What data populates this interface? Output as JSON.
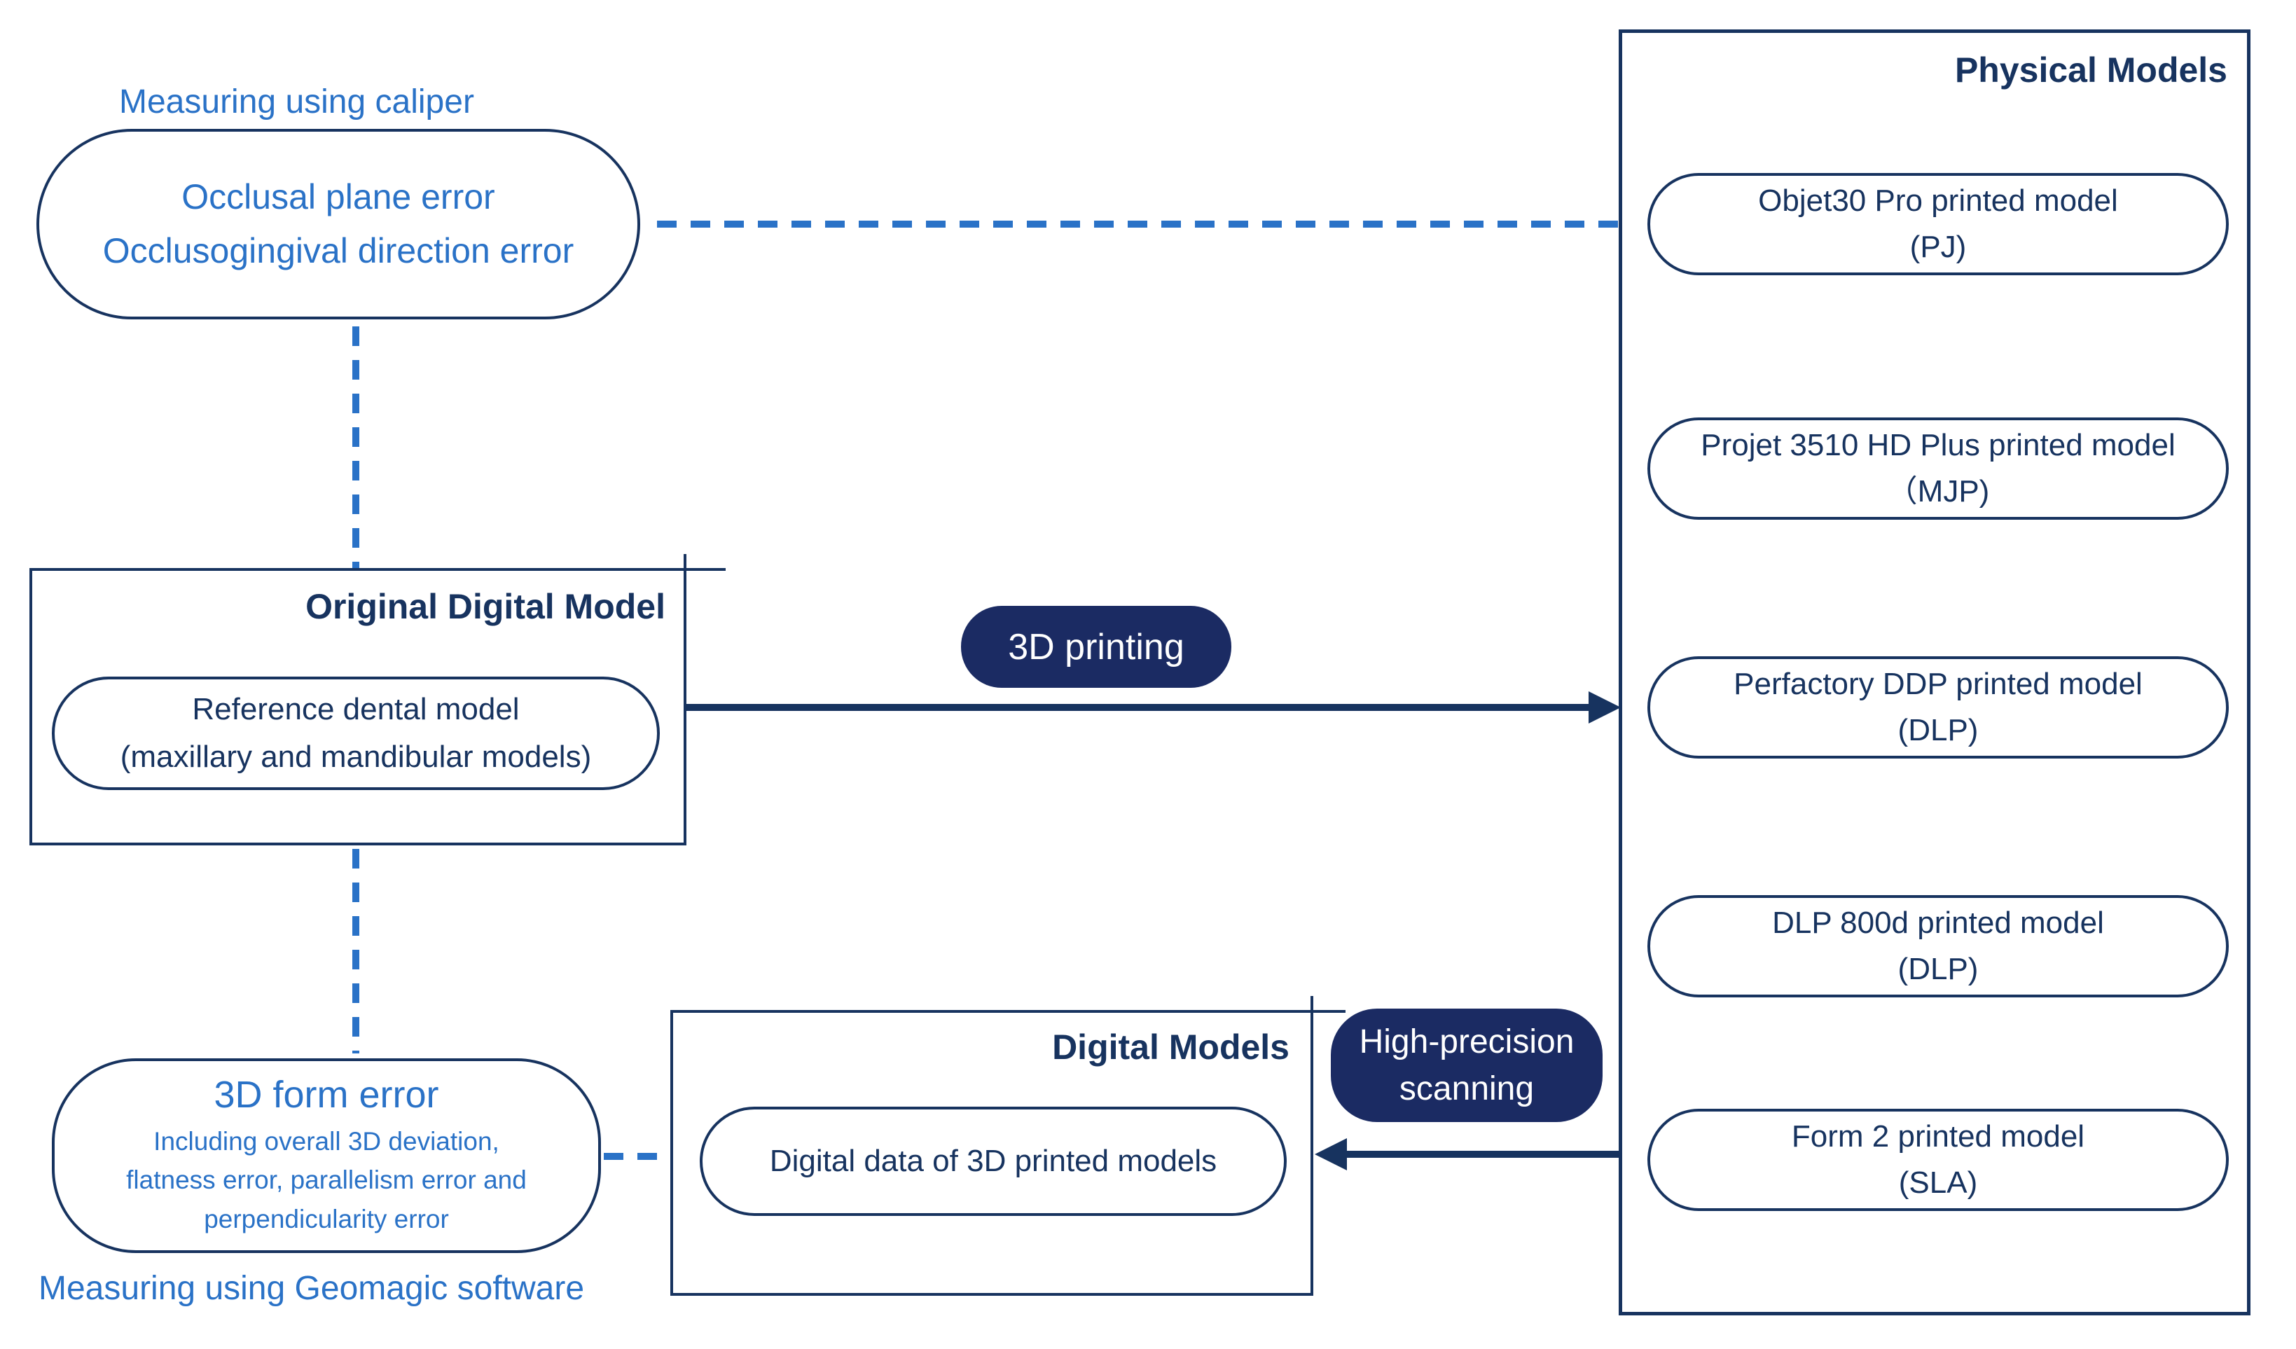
{
  "colors": {
    "navy": "#17335F",
    "azure": "#2A72C7",
    "pill_bg": "#1B2B63",
    "pill_text": "#FFFFFF",
    "background": "#FFFFFF"
  },
  "left_column": {
    "caliper_label": "Measuring using caliper",
    "occlusal_node": {
      "line1": "Occlusal plane error",
      "line2": "Occlusogingival direction error"
    },
    "form_error_node": {
      "title": "3D form error",
      "detail_line1": "Including overall 3D deviation,",
      "detail_line2": "flatness error, parallelism error and",
      "detail_line3": "perpendicularity error"
    },
    "geomagic_label": "Measuring using Geomagic software"
  },
  "original_digital_model": {
    "title": "Original Digital Model",
    "node": {
      "line1": "Reference dental model",
      "line2": "(maxillary and mandibular models)"
    }
  },
  "process_labels": {
    "printing_pill": "3D printing",
    "scanning_pill": {
      "line1": "High-precision",
      "line2": "scanning"
    }
  },
  "digital_models": {
    "title": "Digital Models",
    "node": "Digital data of 3D printed models"
  },
  "physical_models": {
    "title": "Physical Models",
    "items": [
      {
        "line1": "Objet30 Pro printed model",
        "line2": "(PJ)"
      },
      {
        "line1": "Projet 3510 HD Plus printed model",
        "line2": "（MJP)"
      },
      {
        "line1": "Perfactory DDP printed model",
        "line2": "(DLP)"
      },
      {
        "line1": "DLP 800d printed model",
        "line2": "(DLP)"
      },
      {
        "line1": "Form 2 printed model",
        "line2": "(SLA)"
      }
    ]
  }
}
